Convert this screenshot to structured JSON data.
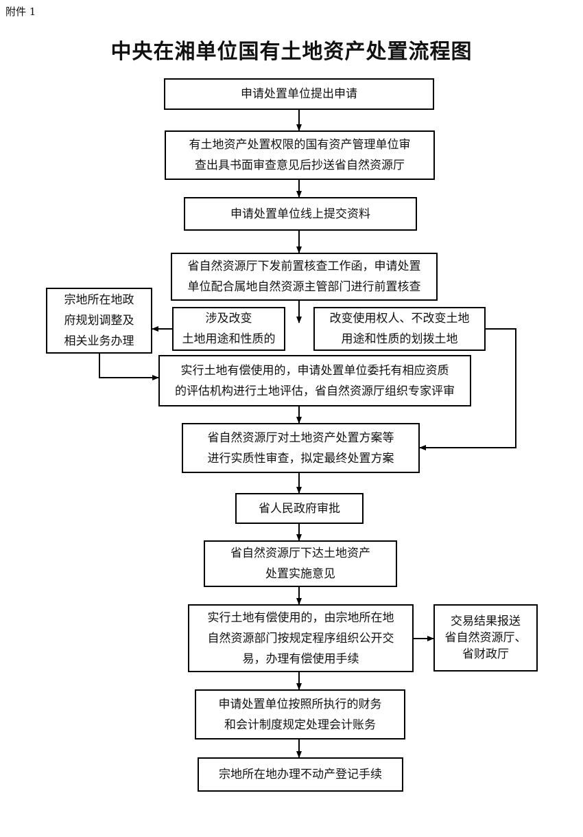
{
  "header": {
    "attachment": "附件 1",
    "title": "中央在湘单位国有土地资产处置流程图"
  },
  "steps": [
    {
      "id": "apply",
      "lines": [
        "申请处置单位提出申请"
      ]
    },
    {
      "id": "review",
      "lines": [
        "有土地资产处置权限的国有资产管理单位审",
        "查出具书面审查意见后抄送省自然资源厅"
      ]
    },
    {
      "id": "submit",
      "lines": [
        "申请处置单位线上提交资料"
      ]
    },
    {
      "id": "precheck",
      "lines": [
        "省自然资源厅下发前置核查工作函，申请处置",
        "单位配合属地自然资源主管部门进行前置核查"
      ]
    },
    {
      "id": "change-use",
      "lines": [
        "涉及改变",
        "土地用途和性质的"
      ]
    },
    {
      "id": "change-user",
      "lines": [
        "改变使用权人、不改变土地",
        "用途和性质的划拨土地"
      ]
    },
    {
      "id": "planning",
      "lines": [
        "宗地所在地政",
        "府规划调整及",
        "相关业务办理"
      ]
    },
    {
      "id": "evaluate",
      "lines": [
        "实行土地有偿使用的，申请处置单位委托有相应资质",
        "的评估机构进行土地评估，省自然资源厅组织专家评审"
      ]
    },
    {
      "id": "substantive",
      "lines": [
        "省自然资源厅对土地资产处置方案等",
        "进行实质性审查，拟定最终处置方案"
      ]
    },
    {
      "id": "approve",
      "lines": [
        "省人民政府审批"
      ]
    },
    {
      "id": "issue",
      "lines": [
        "省自然资源厅下达土地资产",
        "处置实施意见"
      ]
    },
    {
      "id": "trade",
      "lines": [
        "实行土地有偿使用的，由宗地所在地",
        "自然资源部门按规定程序组织公开交",
        "易，办理有偿使用手续"
      ]
    },
    {
      "id": "report",
      "lines": [
        "交易结果报送",
        "省自然资源厅、",
        "省财政厅"
      ]
    },
    {
      "id": "accounting",
      "lines": [
        "申请处置单位按照所执行的财务",
        "和会计制度规定处理会计账务"
      ]
    },
    {
      "id": "register",
      "lines": [
        "宗地所在地办理不动产登记手续"
      ]
    }
  ]
}
